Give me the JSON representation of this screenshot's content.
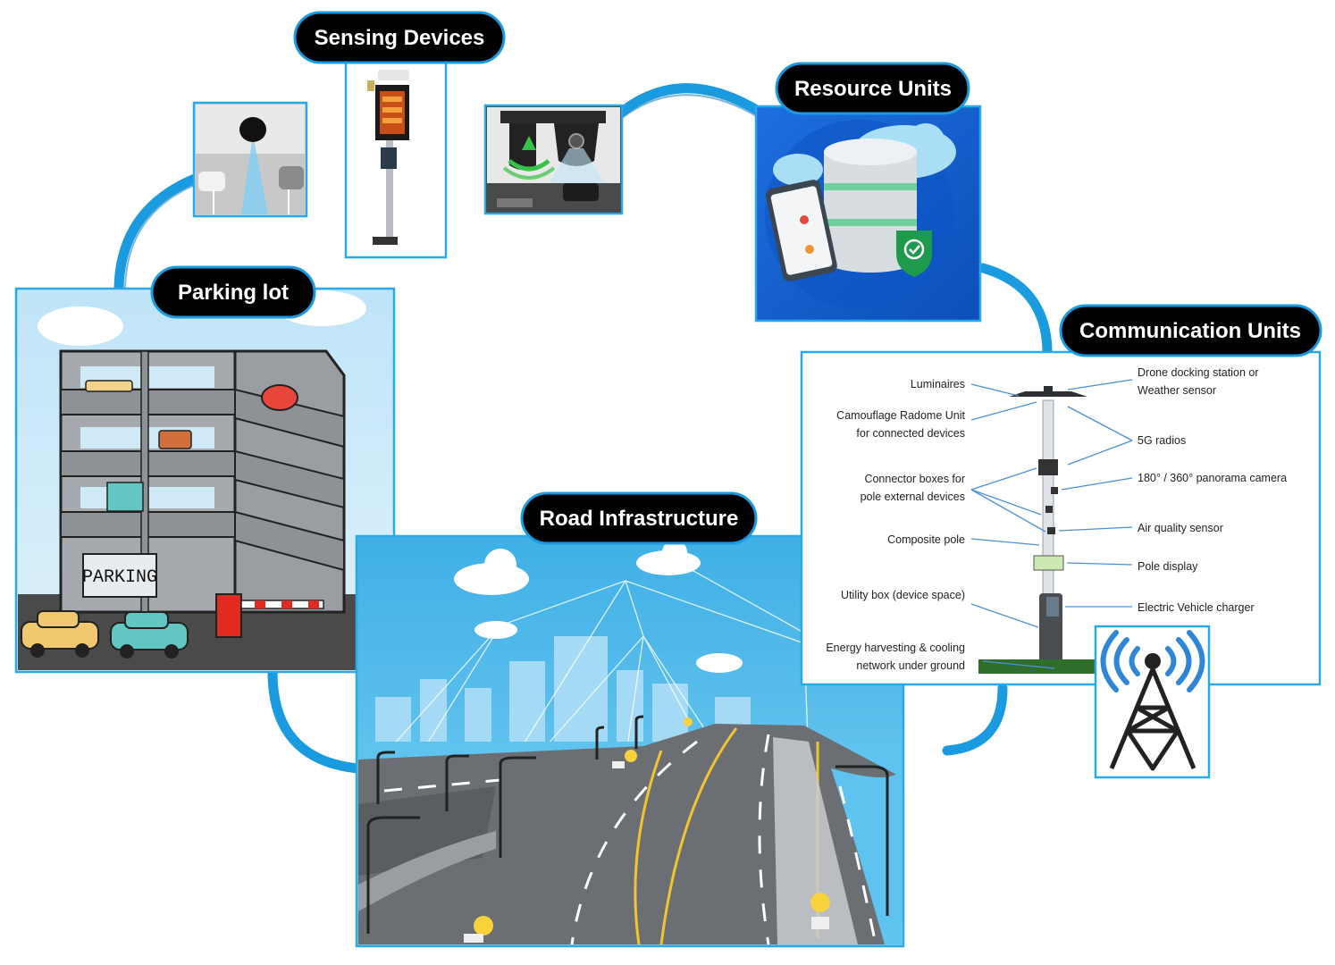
{
  "labels": {
    "sensing": "Sensing Devices",
    "resource": "Resource Units",
    "parking": "Parking lot",
    "communication": "Communication Units",
    "road": "Road Infrastructure"
  },
  "parking_sign": "PARKING",
  "pole_callouts": {
    "luminaires": "Luminaires",
    "radome_1": "Camouflage Radome Unit",
    "radome_2": "for connected devices",
    "connector_1": "Connector boxes for",
    "connector_2": "pole external devices",
    "composite": "Composite pole",
    "utility": "Utility box (device space)",
    "energy_1": "Energy harvesting & cooling",
    "energy_2": "network under ground",
    "drone_1": "Drone docking station or",
    "drone_2": "Weather sensor",
    "radios": "5G radios",
    "camera": "180° / 360° panorama camera",
    "air": "Air quality sensor",
    "display": "Pole display",
    "ev": "Electric Vehicle charger"
  },
  "colors": {
    "ring": "#1a9be0",
    "frame": "#2aa8e8",
    "pill_bg": "#000000",
    "pill_border": "#1a9be0",
    "sky": "#45b4e8",
    "road": "#6b6f73",
    "resource_bg": "#1565d8"
  }
}
